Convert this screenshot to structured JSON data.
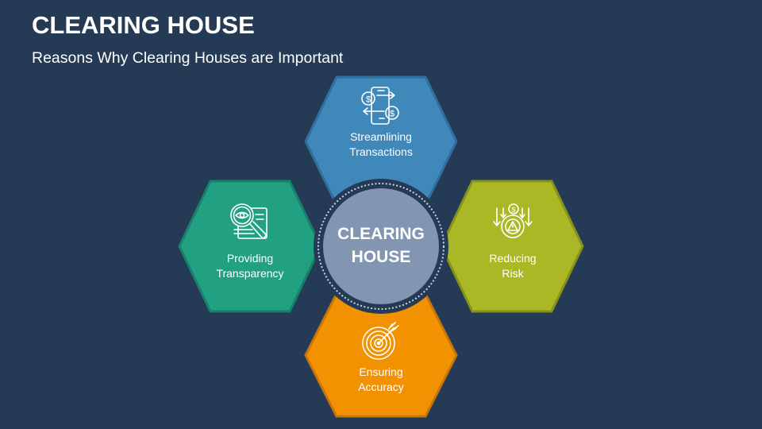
{
  "header": {
    "title": "CLEARING HOUSE",
    "subtitle": "Reasons Why Clearing Houses are Important"
  },
  "center": {
    "line1": "CLEARING",
    "line2": "HOUSE",
    "color": "#8396b1"
  },
  "items": [
    {
      "id": "top",
      "line1": "Streamlining",
      "line2": "Transactions",
      "icon": "money-transfer-phone-icon",
      "color": "#3f88b9",
      "border": "#2f6f9b"
    },
    {
      "id": "left",
      "line1": "Providing",
      "line2": "Transparency",
      "icon": "magnifier-eye-document-icon",
      "color": "#21a182",
      "border": "#18806a"
    },
    {
      "id": "right",
      "line1": "Reducing",
      "line2": "Risk",
      "icon": "gear-warning-dollar-icon",
      "color": "#a9b824",
      "border": "#86931b"
    },
    {
      "id": "bottom",
      "line1": "Ensuring",
      "line2": "Accuracy",
      "icon": "target-arrow-icon",
      "color": "#f39200",
      "border": "#c77708"
    }
  ],
  "background": "#253a54"
}
